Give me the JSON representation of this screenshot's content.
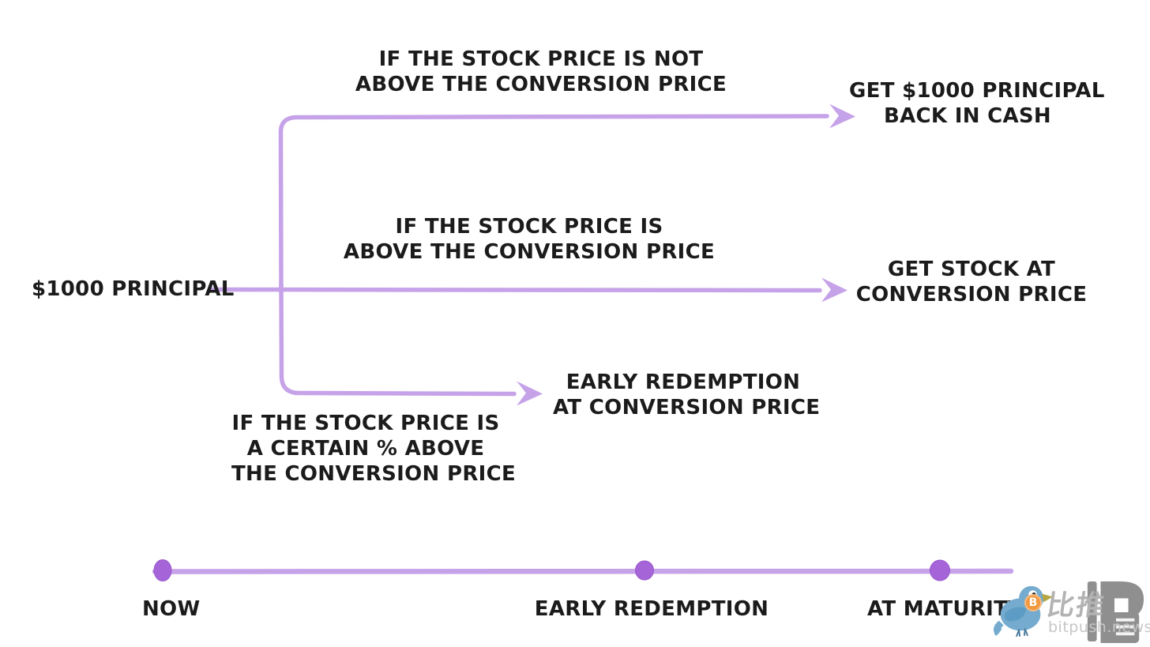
{
  "colors": {
    "line": "#c6a2e9",
    "dot": "#a565d8",
    "dot-edge": "#9a55cc",
    "ink": "#1b1b1b",
    "wm-gray": "#b3b3b3",
    "wm-gray-light": "#c6c6c6",
    "bird-blue": "#74abce",
    "bird-wing": "#5d9cc4",
    "coin-orange": "#f2993f",
    "logo-gray": "#747474"
  },
  "diagram": {
    "root": {
      "label": "$1000 PRINCIPAL"
    },
    "branches": [
      {
        "id": "not-above-conversion",
        "condition": [
          "IF THE STOCK PRICE IS NOT",
          "ABOVE THE CONVERSION PRICE"
        ],
        "result": [
          "GET $1000 PRINCIPAL",
          "BACK IN CASH"
        ]
      },
      {
        "id": "above-conversion",
        "condition": [
          "IF THE STOCK PRICE IS",
          "ABOVE THE CONVERSION PRICE"
        ],
        "result": [
          "GET STOCK AT",
          "CONVERSION PRICE"
        ]
      },
      {
        "id": "certain-percent-above",
        "condition": [
          "IF THE STOCK PRICE IS",
          "A CERTAIN % ABOVE",
          "THE CONVERSION PRICE"
        ],
        "result": [
          "EARLY REDEMPTION",
          "AT CONVERSION PRICE"
        ]
      }
    ],
    "timeline": {
      "points": [
        {
          "label": "NOW"
        },
        {
          "label": "EARLY REDEMPTION"
        },
        {
          "label": "AT MATURITY"
        }
      ]
    }
  },
  "watermark": {
    "brand_cn": "比推",
    "brand_en": "bitpush.news",
    "coin_letter": "B"
  }
}
